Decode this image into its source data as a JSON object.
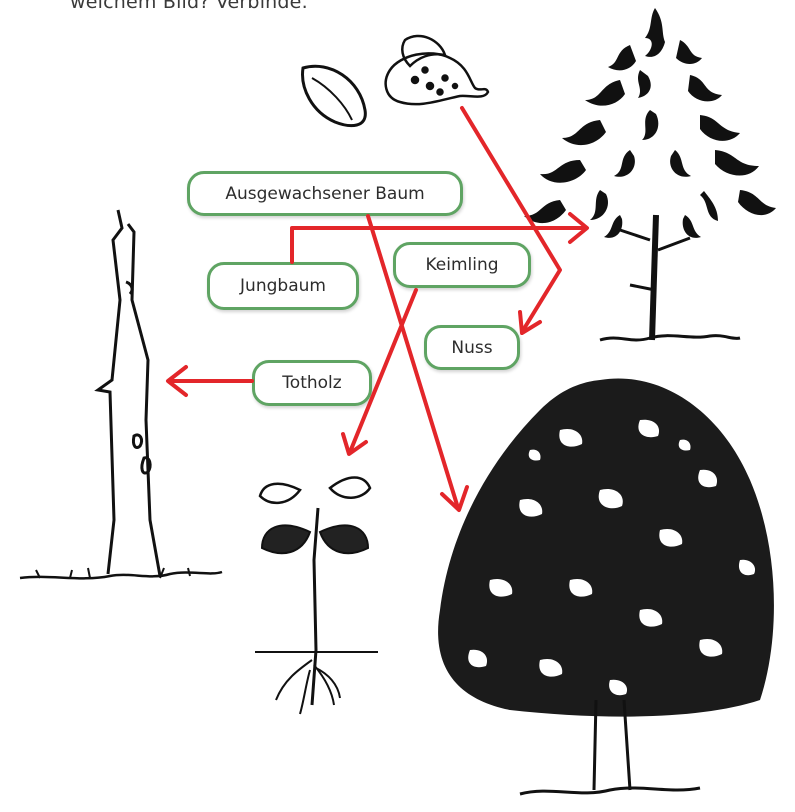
{
  "instruction": "welchem Bild? Verbinde.",
  "labels": {
    "adult_tree": "Ausgewachsener Baum",
    "young_tree": "Jungbaum",
    "seedling": "Keimling",
    "nut": "Nuss",
    "deadwood": "Totholz"
  },
  "colors": {
    "box_border": "#5fa463",
    "arrow": "#e3262a",
    "ink": "#111111"
  }
}
